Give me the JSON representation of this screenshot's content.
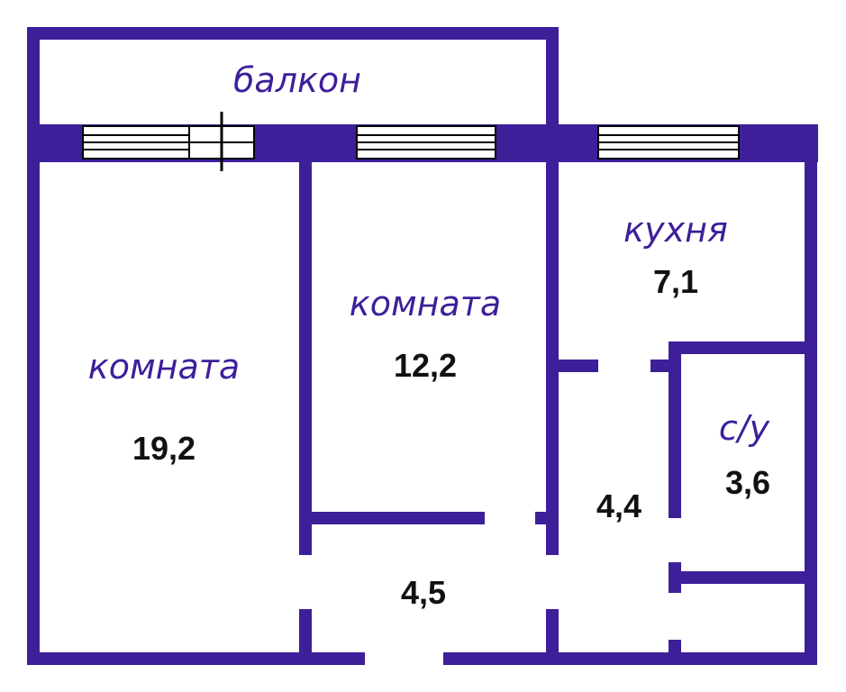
{
  "plan": {
    "wall_color": "#3d1f9a",
    "rooms": {
      "balcony": {
        "name": "балкон"
      },
      "room1": {
        "name": "комната",
        "area": "19,2"
      },
      "room2": {
        "name": "комната",
        "area": "12,2"
      },
      "kitchen": {
        "name": "кухня",
        "area": "7,1"
      },
      "bathroom": {
        "name": "с/у",
        "area": "3,6"
      },
      "hall_right": {
        "area": "4,4"
      },
      "hall_bottom": {
        "area": "4,5"
      }
    }
  }
}
